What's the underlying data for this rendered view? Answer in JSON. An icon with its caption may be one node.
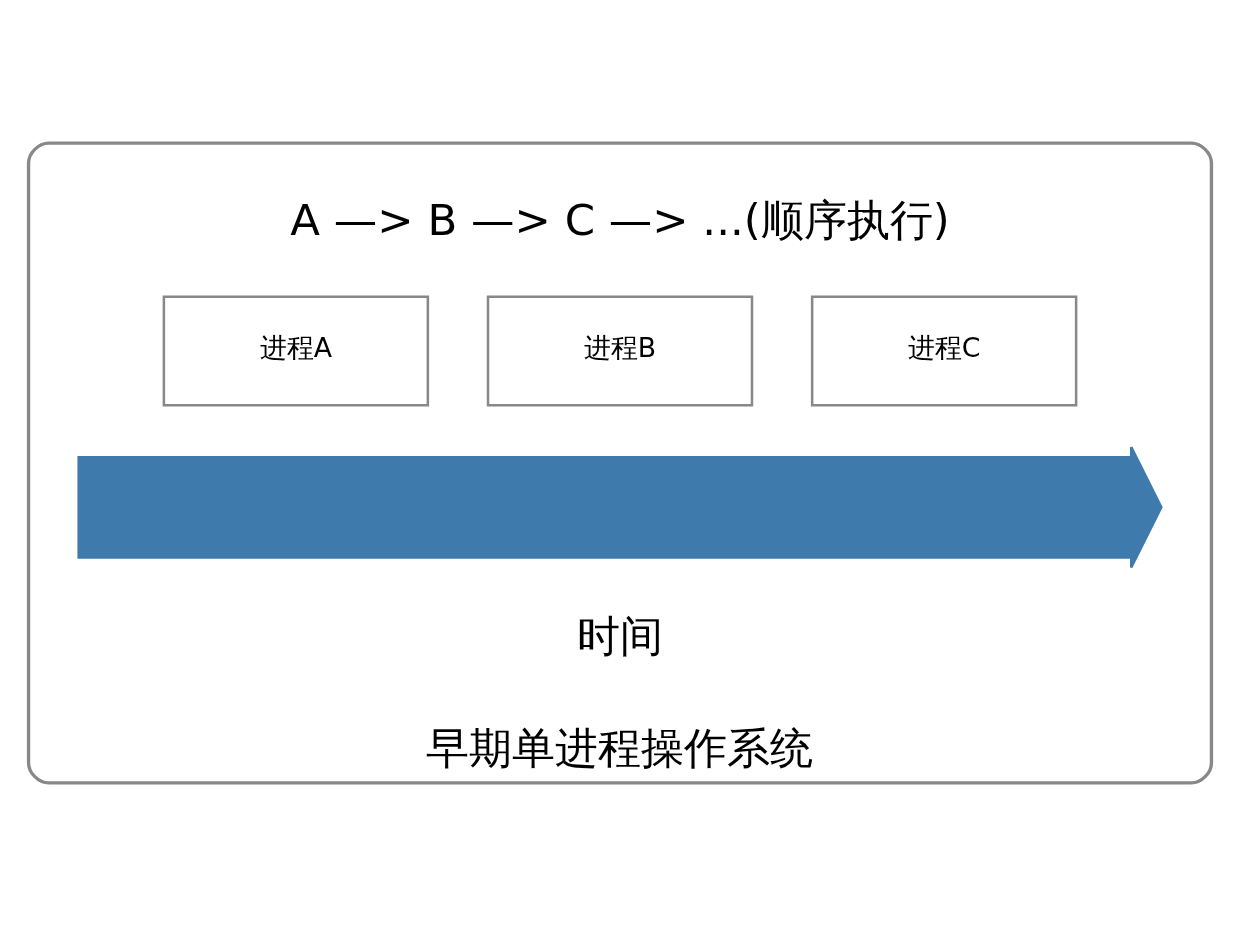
{
  "diagram": {
    "nodes": [
      {
        "text": [
          "早期单进程操作系统"
        ]
      },
      {
        "text": [
          "进程A"
        ],
        "in": 0
      },
      {
        "text": [
          "进程B"
        ],
        "in": 0
      },
      {
        "text": [
          "进程C"
        ],
        "in": 0
      },
      {
        "text": [],
        "shape": "arrow",
        "in": 0
      }
    ],
    "labels": [
      "A —> B —> C —> ...(顺序执行)",
      "时间"
    ]
  }
}
